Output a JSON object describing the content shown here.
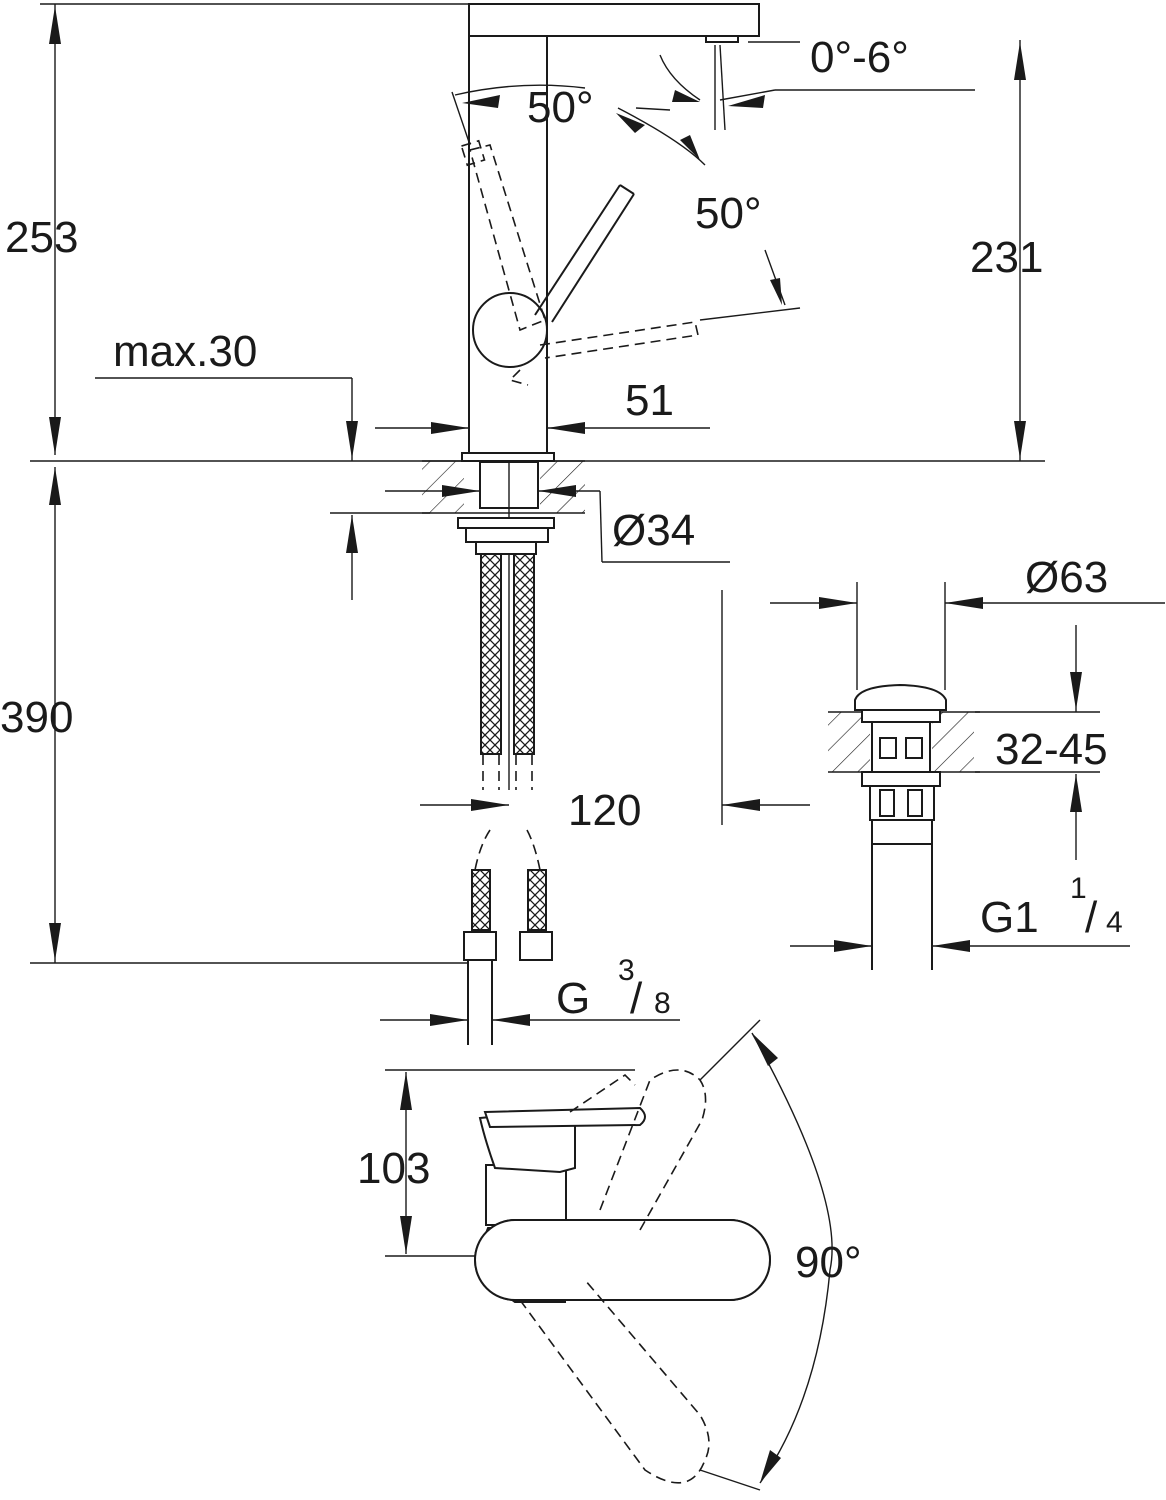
{
  "dimensions": {
    "tap_height": "253",
    "lever_height": "231",
    "max_deck": "max.30",
    "body_width": "51",
    "hole_diameter": "Ø34",
    "total_depth": "390",
    "hose_spacing": "120",
    "connection_G": "G",
    "connection_frac_num": "3",
    "connection_frac_den": "8",
    "spout_angle": "0°-6°",
    "lever_angle_1": "50°",
    "lever_angle_2": "50°",
    "drain_diameter": "Ø63",
    "drain_thickness": "32-45",
    "drain_thread_G": "G1",
    "drain_frac_num": "1",
    "drain_frac_den": "4",
    "top_height": "103",
    "rotation_angle": "90°"
  }
}
